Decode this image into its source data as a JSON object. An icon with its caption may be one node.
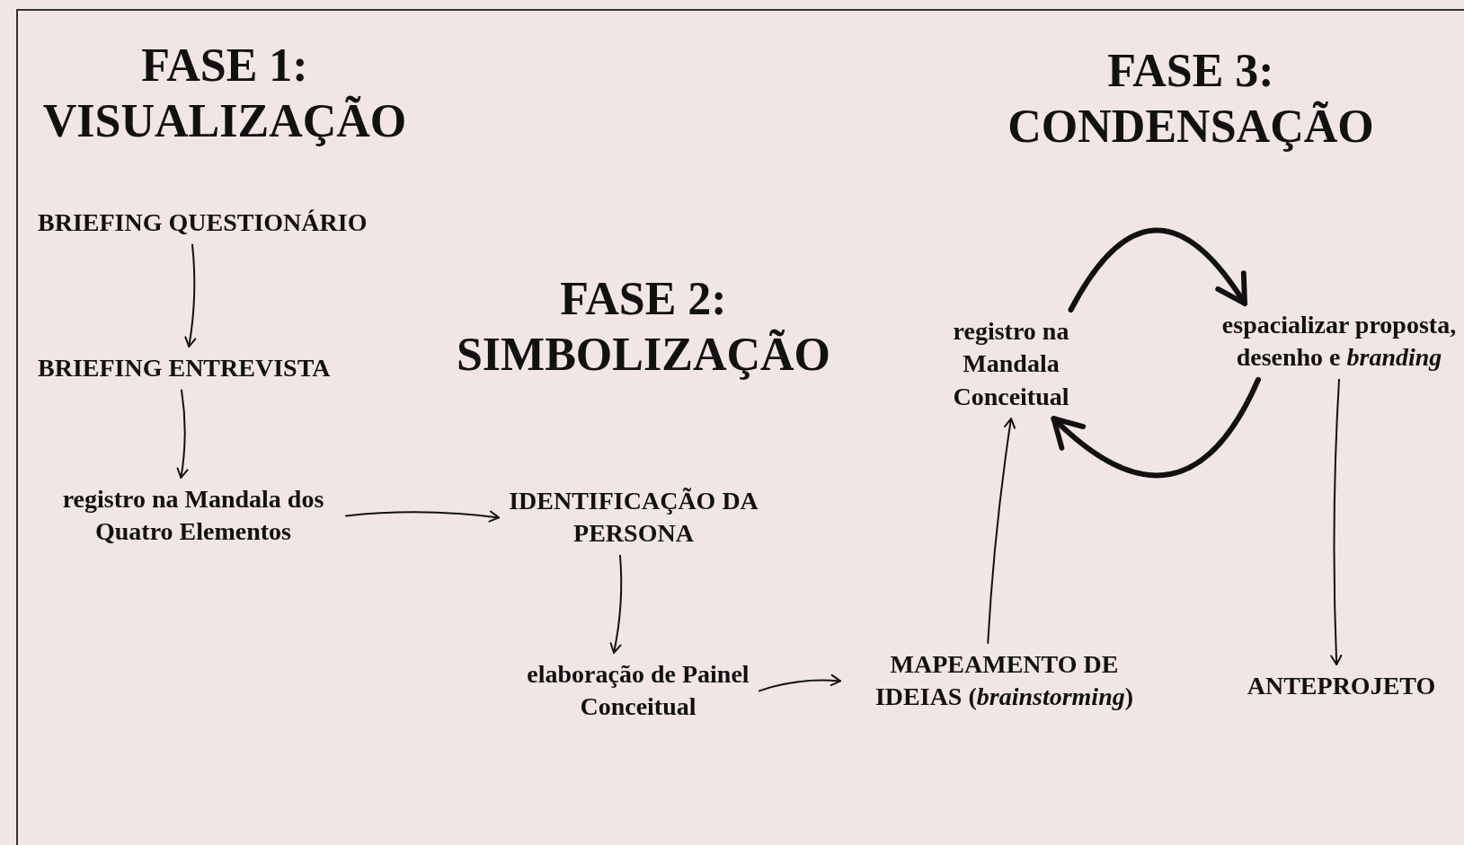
{
  "diagram": {
    "nodes": [
      {
        "text": [
          "BRIEFING QUESTIONÁRIO"
        ]
      },
      {
        "text": [
          "BRIEFING ENTREVISTA"
        ]
      },
      {
        "text": [
          "registro na Mandala dos Quatro Elementos"
        ]
      },
      {
        "text": [
          "IDENTIFICAÇÃO DA PERSONA"
        ]
      },
      {
        "text": [
          "elaboração de Painel Conceitual"
        ]
      },
      {
        "text": [
          "MAPEAMENTO DE IDEIAS (*brainstorming*)"
        ]
      },
      {
        "text": [
          "registro na Mandala Conceitual"
        ]
      },
      {
        "text": [
          "espacializar proposta, desenho e *branding*"
        ]
      },
      {
        "text": [
          "ANTEPROJETO"
        ]
      }
    ],
    "edges": [
      {
        "from": 0,
        "to": 1,
        "arrow": "to"
      },
      {
        "from": 1,
        "to": 2,
        "arrow": "to"
      },
      {
        "from": 2,
        "to": 3,
        "arrow": "to"
      },
      {
        "from": 3,
        "to": 4,
        "arrow": "to"
      },
      {
        "from": 4,
        "to": 5,
        "arrow": "to"
      },
      {
        "from": 5,
        "to": 6,
        "arrow": "to"
      },
      {
        "from": 6,
        "to": 7,
        "arrow": "to",
        "style": "thick"
      },
      {
        "from": 7,
        "to": 6,
        "arrow": "to",
        "style": "thick"
      },
      {
        "from": 7,
        "to": 8,
        "arrow": "to"
      }
    ],
    "labels": [
      "FASE 1: VISUALIZAÇÃO",
      "FASE 3: CONDENSAÇÃO",
      "FASE 2: SIMBOLIZAÇÃO"
    ]
  }
}
